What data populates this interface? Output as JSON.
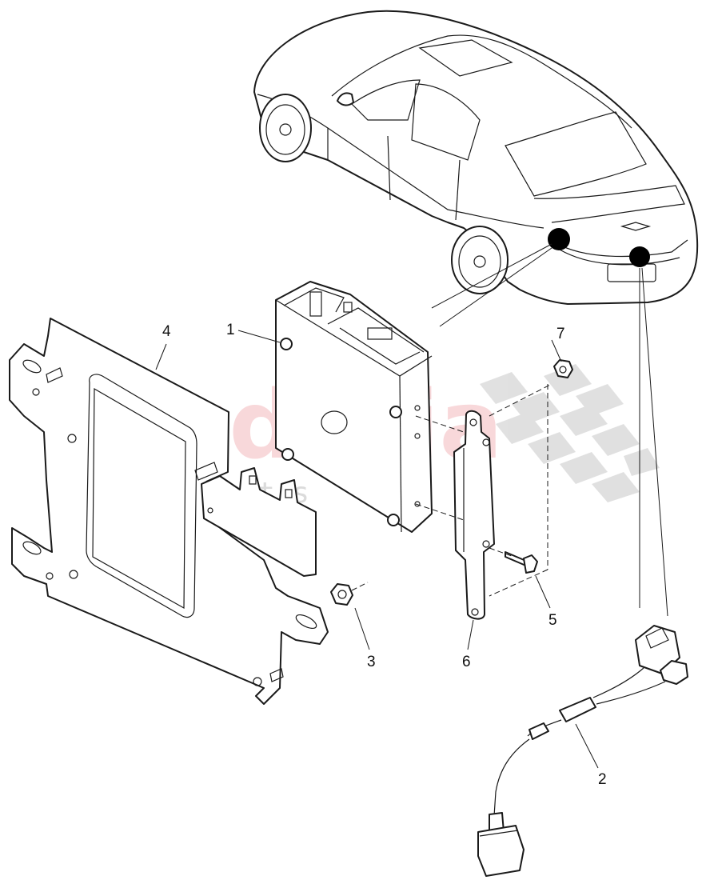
{
  "watermark": {
    "main": "scuderia",
    "sub": "c a r  p a r t s",
    "colors": {
      "text": "#f3b9bd",
      "sub": "#cfcfcf",
      "checker": "#d9d9d9"
    }
  },
  "callouts": [
    {
      "id": "1",
      "label": "1"
    },
    {
      "id": "2",
      "label": "2"
    },
    {
      "id": "3",
      "label": "3"
    },
    {
      "id": "4",
      "label": "4"
    },
    {
      "id": "5",
      "label": "5"
    },
    {
      "id": "6",
      "label": "6"
    },
    {
      "id": "7",
      "label": "7"
    }
  ],
  "colors": {
    "line": "#1a1a1a",
    "marker": "#000000",
    "background": "#ffffff"
  }
}
